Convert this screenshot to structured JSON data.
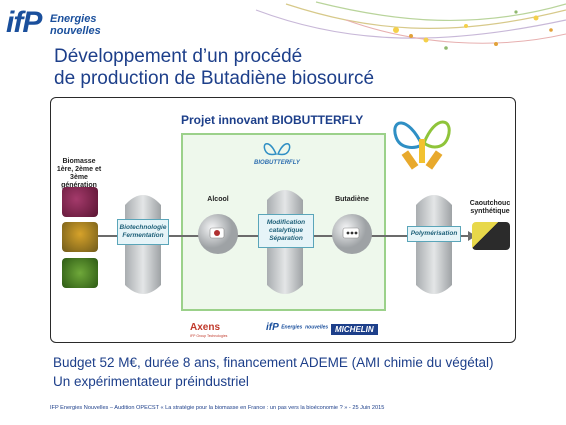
{
  "logo": {
    "mark": "ifP",
    "brand_line1": "Energies",
    "brand_line2": "nouvelles"
  },
  "title": {
    "line1": "Développement d’un procédé",
    "line2": "de production de Butadiène biosourcé"
  },
  "diagram": {
    "project_title": "Projet innovant BIOBUTTERFLY",
    "biobutterfly_label": "BIOBUTTERFLY",
    "biomass_label": "Biomasse",
    "biomass_generations": "1ère, 2ème et 3ème",
    "biomass_generation_word": "génération",
    "step1_line1": "Biotechnologie",
    "step1_line2": "Fermentation",
    "alcohol": "Alcool",
    "step2_line1": "Modification",
    "step2_line2": "catalytique",
    "step2_line3": "Séparation",
    "butadiene": "Butadiène",
    "step3": "Polymérisation",
    "rubber_line1": "Caoutchouc",
    "rubber_line2": "synthétique",
    "partners": {
      "axens": "Axens",
      "axens_sub": "IFP Group Technologies",
      "ifp_brand1": "Energies",
      "ifp_brand2": "nouvelles",
      "michelin": "MICHELIN"
    }
  },
  "body": {
    "budget": "Budget 52 M€, durée 8 ans, financement ADEME (AMI chimie du végétal)",
    "experimenter": "Un expérimentateur préindustriel"
  },
  "footer": "IFP Energies Nouvelles – Audition OPECST « La stratégie pour la biomasse en France : un pas vers la bioéconomie ? » - 25 Juin 2015",
  "colors": {
    "title_blue": "#1d3f8a",
    "green_box": "#eef8ec",
    "green_border": "#9bd18a",
    "step_fill": "#e6f4f8",
    "step_border": "#5aa5b9",
    "tank": "#c9ccce"
  }
}
